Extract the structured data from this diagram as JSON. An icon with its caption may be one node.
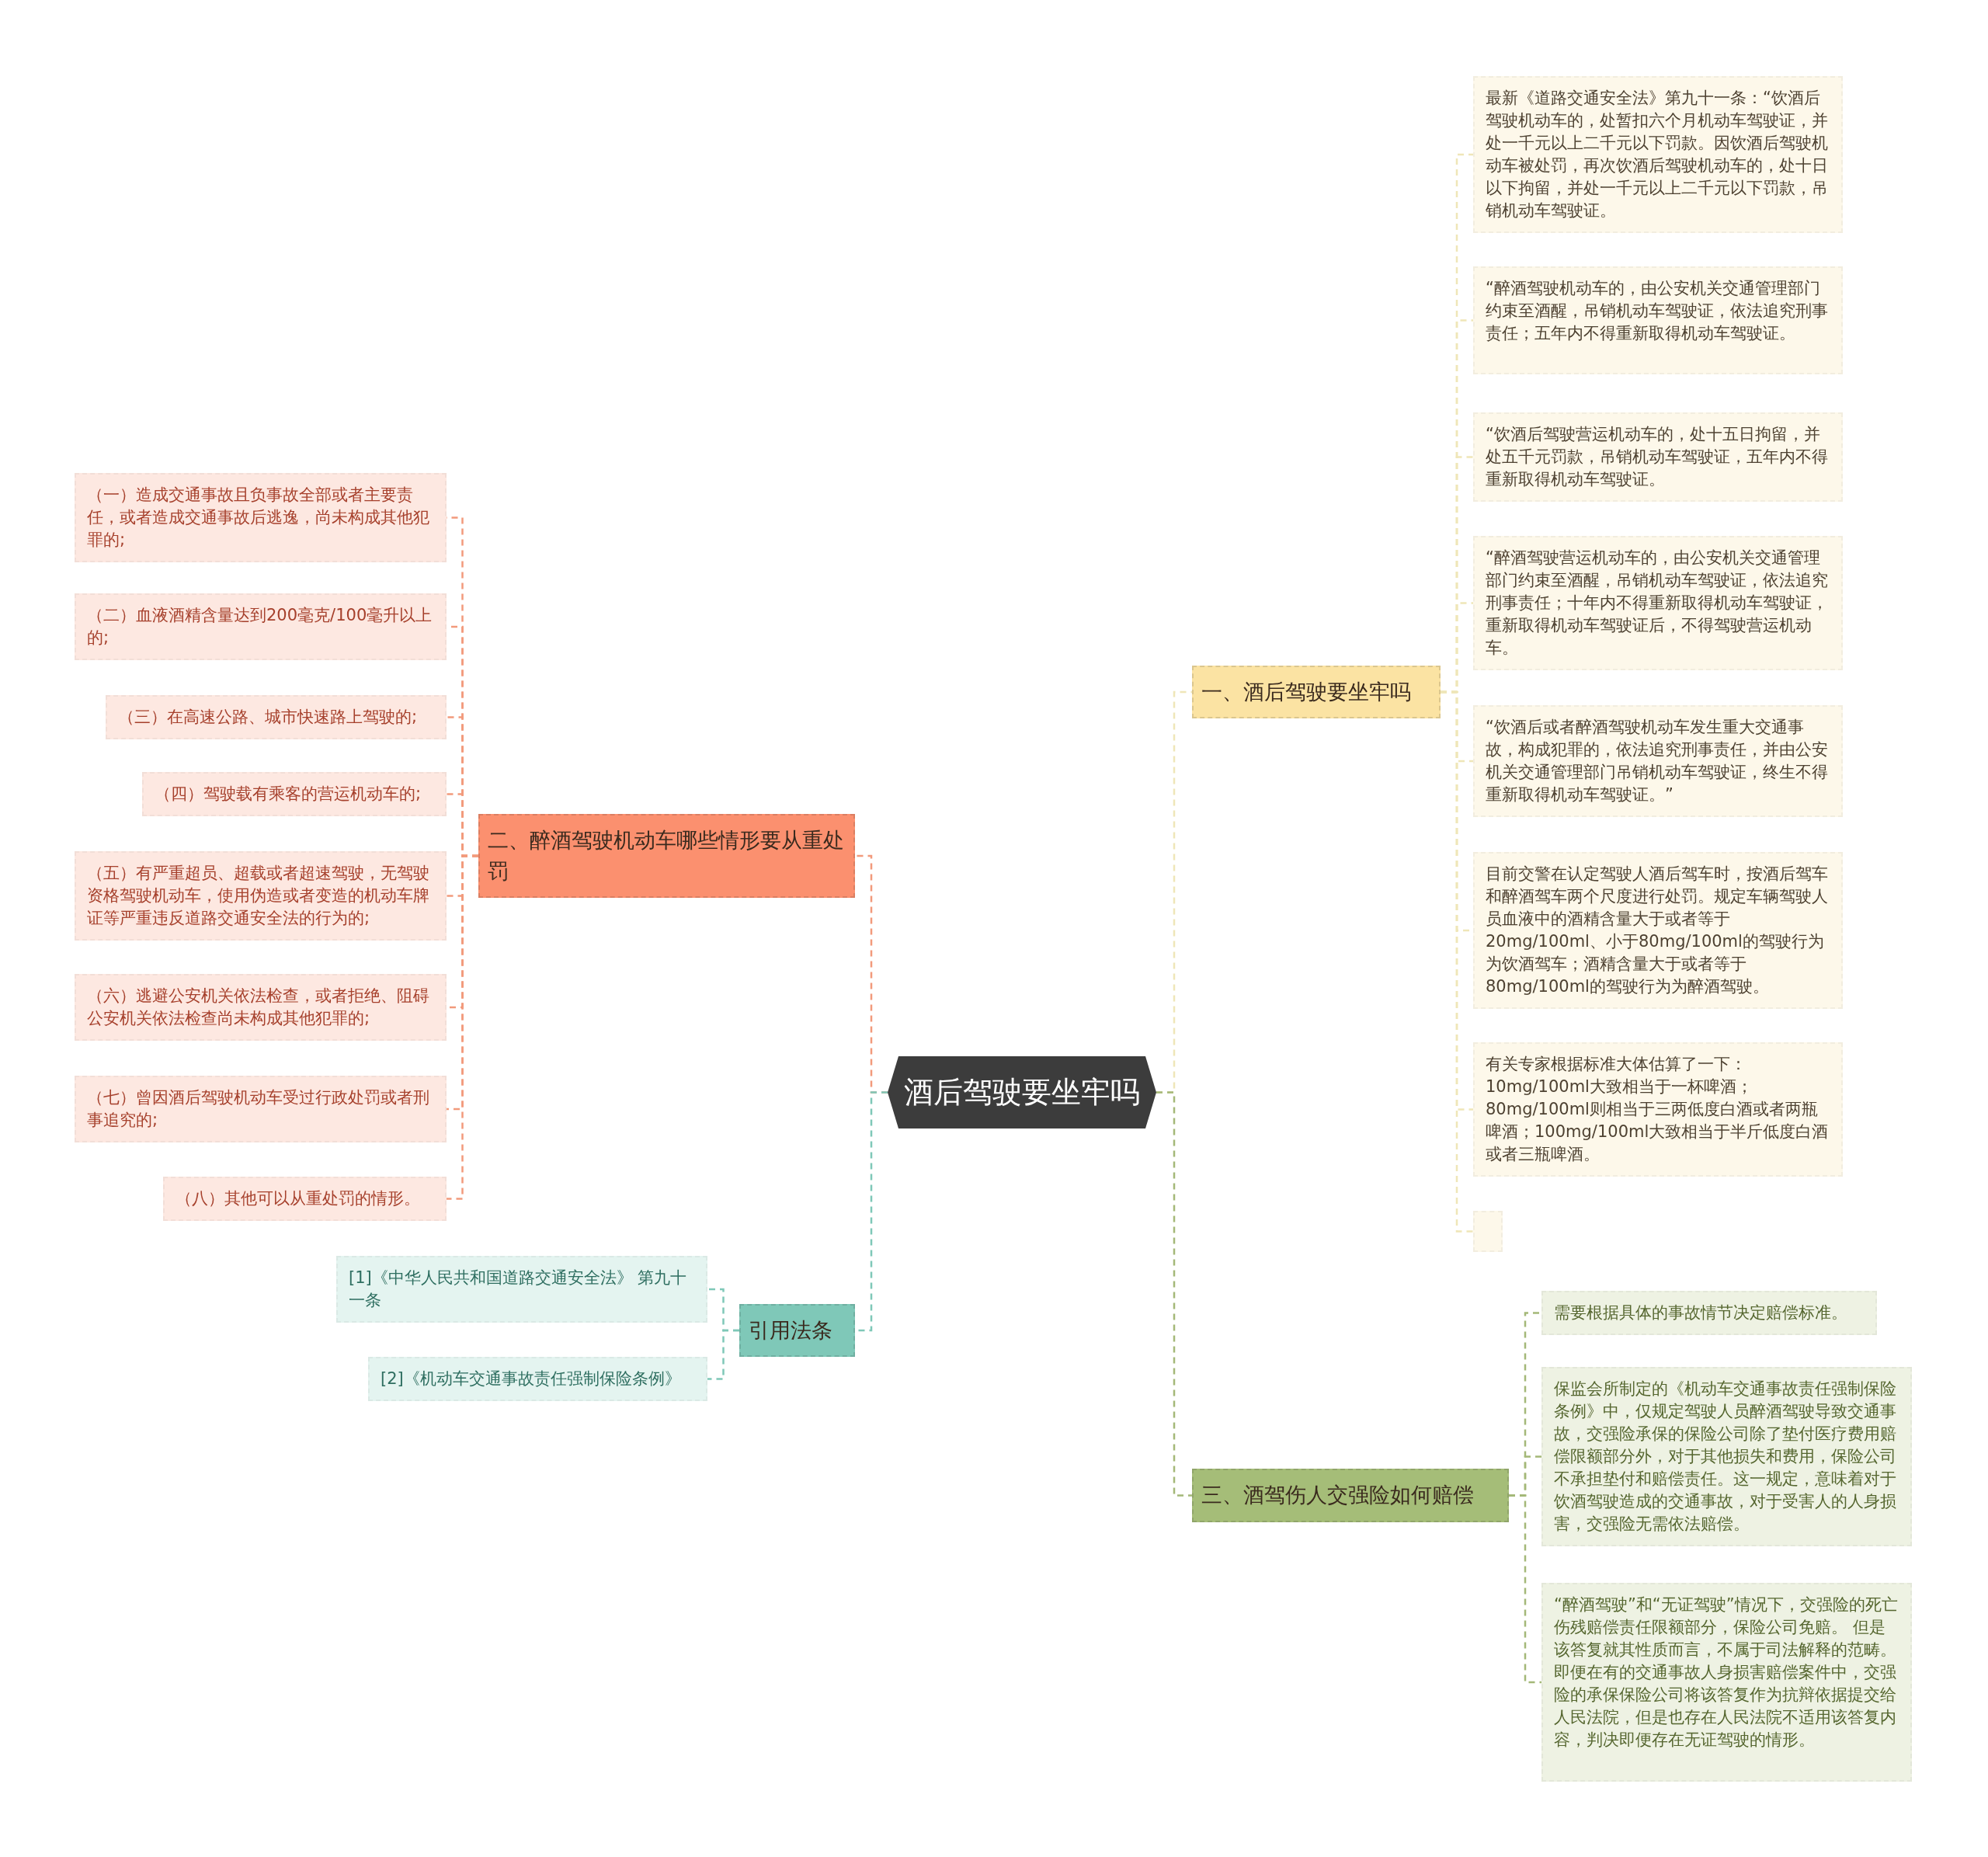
{
  "diagram": {
    "nodes": [
      {
        "text": [
          "酒后驾驶要坐牢吗"
        ]
      },
      {
        "text": [
          "一、酒后驾驶要坐牢吗"
        ]
      },
      {
        "text": [
          "最新《道路交通安全法》第九十一条：“饮酒后驾驶机动车的，处暂扣六个月机动车驾驶证，并处一千元以上二千元以下罚款。因饮酒后驾驶机动车被处罚，再次饮酒后驾驶机动车的，处十日以下拘留，并处一千元以上二千元以下罚款，吊销机动车驾驶证。"
        ]
      },
      {
        "text": [
          "“醉酒驾驶机动车的，由公安机关交通管理部门约束至酒醒，吊销机动车驾驶证，依法追究刑事责任；五年内不得重新取得机动车驾驶证。"
        ]
      },
      {
        "text": [
          "“饮酒后驾驶营运机动车的，处十五日拘留，并处五千元罚款，吊销机动车驾驶证，五年内不得重新取得机动车驾驶证。"
        ]
      },
      {
        "text": [
          "“醉酒驾驶营运机动车的，由公安机关交通管理部门约束至酒醒，吊销机动车驾驶证，依法追究刑事责任；十年内不得重新取得机动车驾驶证，重新取得机动车驾驶证后，不得驾驶营运机动车。"
        ]
      },
      {
        "text": [
          "“饮酒后或者醉酒驾驶机动车发生重大交通事故，构成犯罪的，依法追究刑事责任，并由公安机关交通管理部门吊销机动车驾驶证，终生不得重新取得机动车驾驶证。”"
        ]
      },
      {
        "text": [
          "目前交警在认定驾驶人酒后驾车时，按酒后驾车和醉酒驾车两个尺度进行处罚。规定车辆驾驶人员血液中的酒精含量大于或者等于20mg/100ml、小于80mg/100ml的驾驶行为为饮酒驾车；酒精含量大于或者等于80mg/100ml的驾驶行为为醉酒驾驶。"
        ]
      },
      {
        "text": [
          "有关专家根据标准大体估算了一下：10mg/100ml大致相当于一杯啤酒；80mg/100ml则相当于三两低度白酒或者两瓶啤酒；100mg/100ml大致相当于半斤低度白酒或者三瓶啤酒。"
        ]
      },
      {
        "text": [],
        "shape": "box"
      },
      {
        "text": [
          "二、醉酒驾驶机动车哪些情形要从重处罚"
        ]
      },
      {
        "text": [
          "（一）造成交通事故且负事故全部或者主要责任，或者造成交通事故后逃逸，尚未构成其他犯罪的;"
        ]
      },
      {
        "text": [
          "（二）血液酒精含量达到200毫克/100毫升以上的;"
        ]
      },
      {
        "text": [
          "（三）在高速公路、城市快速路上驾驶的;"
        ]
      },
      {
        "text": [
          "（四）驾驶载有乘客的营运机动车的;"
        ]
      },
      {
        "text": [
          "（五）有严重超员、超载或者超速驾驶，无驾驶资格驾驶机动车，使用伪造或者变造的机动车牌证等严重违反道路交通安全法的行为的;"
        ]
      },
      {
        "text": [
          "（六）逃避公安机关依法检查，或者拒绝、阻碍公安机关依法检查尚未构成其他犯罪的;"
        ]
      },
      {
        "text": [
          "（七）曾因酒后驾驶机动车受过行政处罚或者刑事追究的;"
        ]
      },
      {
        "text": [
          "（八）其他可以从重处罚的情形。"
        ]
      },
      {
        "text": [
          "引用法条"
        ]
      },
      {
        "text": [
          "[1]《中华人民共和国道路交通安全法》 第九十一条"
        ]
      },
      {
        "text": [
          "[2]《机动车交通事故责任强制保险条例》"
        ]
      },
      {
        "text": [
          "三、酒驾伤人交强险如何赔偿"
        ]
      },
      {
        "text": [
          "需要根据具体的事故情节决定赔偿标准。"
        ]
      },
      {
        "text": [
          "保监会所制定的《机动车交通事故责任强制保险条例》中，仅规定驾驶人员醉酒驾驶导致交通事故，交强险承保的保险公司除了垫付医疗费用赔偿限额部分外，对于其他损失和费用，保险公司不承担垫付和赔偿责任。这一规定，意味着对于饮酒驾驶造成的交通事故，对于受害人的人身损害，交强险无需依法赔偿。"
        ]
      },
      {
        "text": [
          "“醉酒驾驶”和“无证驾驶”情况下，交强险的死亡伤残赔偿责任限额部分，保险公司免赔。 但是该答复就其性质而言，不属于司法解释的范畴。即便在有的交通事故人身损害赔偿案件中，交强险的承保保险公司将该答复作为抗辩依据提交给人民法院，但是也存在人民法院不适用该答复内容，判决即便存在无证驾驶的情形。"
        ]
      }
    ],
    "edges": [
      {
        "from": 0,
        "to": 1,
        "arrow": "none",
        "style": "dashed",
        "color": "#efe6b8"
      },
      {
        "from": 1,
        "to": 2,
        "arrow": "none",
        "style": "dashed",
        "color": "#efe6b8"
      },
      {
        "from": 1,
        "to": 3,
        "arrow": "none",
        "style": "dashed",
        "color": "#efe6b8"
      },
      {
        "from": 1,
        "to": 4,
        "arrow": "none",
        "style": "dashed",
        "color": "#efe6b8"
      },
      {
        "from": 1,
        "to": 5,
        "arrow": "none",
        "style": "dashed",
        "color": "#efe6b8"
      },
      {
        "from": 1,
        "to": 6,
        "arrow": "none",
        "style": "dashed",
        "color": "#efe6b8"
      },
      {
        "from": 1,
        "to": 7,
        "arrow": "none",
        "style": "dashed",
        "color": "#efe6b8"
      },
      {
        "from": 1,
        "to": 8,
        "arrow": "none",
        "style": "dashed",
        "color": "#efe6b8"
      },
      {
        "from": 1,
        "to": 9,
        "arrow": "none",
        "style": "dashed",
        "color": "#efe6b8"
      },
      {
        "from": 0,
        "to": 10,
        "arrow": "none",
        "style": "dashed",
        "color": "#f29a7c"
      },
      {
        "from": 10,
        "to": 11,
        "arrow": "none",
        "style": "dashed",
        "color": "#f29a7c"
      },
      {
        "from": 10,
        "to": 12,
        "arrow": "none",
        "style": "dashed",
        "color": "#f29a7c"
      },
      {
        "from": 10,
        "to": 13,
        "arrow": "none",
        "style": "dashed",
        "color": "#f29a7c"
      },
      {
        "from": 10,
        "to": 14,
        "arrow": "none",
        "style": "dashed",
        "color": "#f29a7c"
      },
      {
        "from": 10,
        "to": 15,
        "arrow": "none",
        "style": "dashed",
        "color": "#f29a7c"
      },
      {
        "from": 10,
        "to": 16,
        "arrow": "none",
        "style": "dashed",
        "color": "#f29a7c"
      },
      {
        "from": 10,
        "to": 17,
        "arrow": "none",
        "style": "dashed",
        "color": "#f29a7c"
      },
      {
        "from": 10,
        "to": 18,
        "arrow": "none",
        "style": "dashed",
        "color": "#f29a7c"
      },
      {
        "from": 0,
        "to": 19,
        "arrow": "none",
        "style": "dashed",
        "color": "#7fc8b8"
      },
      {
        "from": 19,
        "to": 20,
        "arrow": "none",
        "style": "dashed",
        "color": "#7fc8b8"
      },
      {
        "from": 19,
        "to": 21,
        "arrow": "none",
        "style": "dashed",
        "color": "#7fc8b8"
      },
      {
        "from": 0,
        "to": 22,
        "arrow": "none",
        "style": "dashed",
        "color": "#a4b878"
      },
      {
        "from": 22,
        "to": 23,
        "arrow": "none",
        "style": "dashed",
        "color": "#a4b878"
      },
      {
        "from": 22,
        "to": 24,
        "arrow": "none",
        "style": "dashed",
        "color": "#a4b878"
      },
      {
        "from": 22,
        "to": 25,
        "arrow": "none",
        "style": "dashed",
        "color": "#a4b878"
      }
    ]
  }
}
